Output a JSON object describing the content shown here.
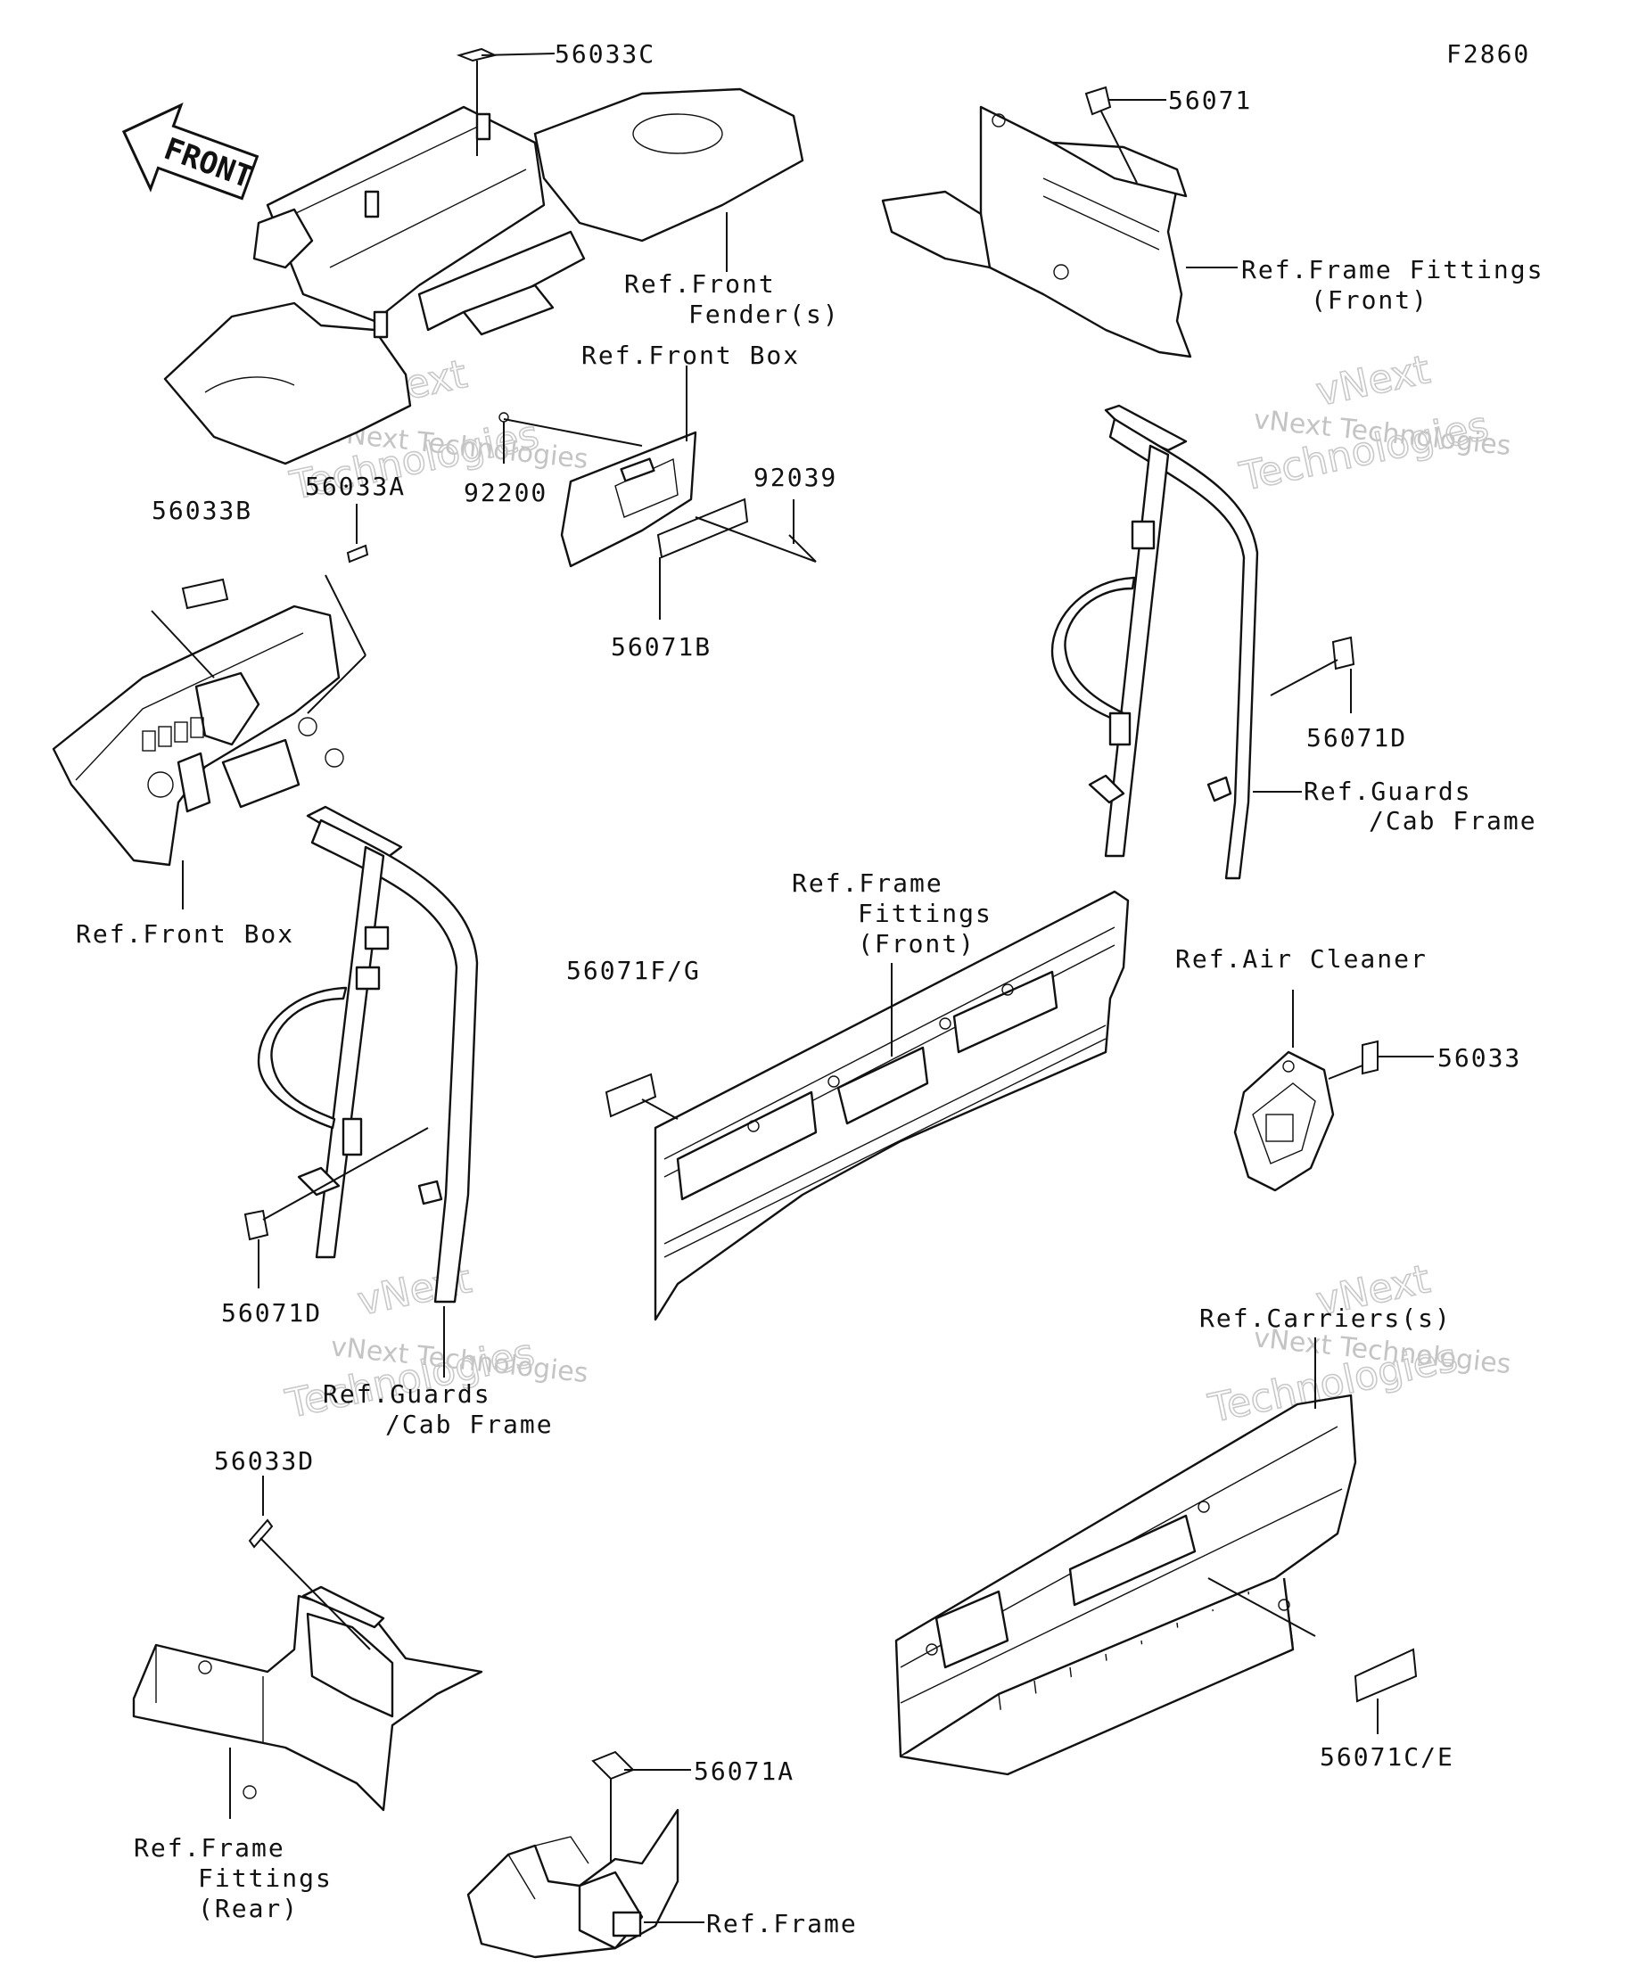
{
  "figure_code": "F2860",
  "front_arrow": "FRONT",
  "labels": {
    "p56033C": "56033C",
    "p56071": "56071",
    "frame_fittings_front_top_1": "Ref.Frame Fittings",
    "frame_fittings_front_top_2": "(Front)",
    "front_fender_1": "Ref.Front",
    "front_fender_2": "Fender(s)",
    "front_box_top": "Ref.Front Box",
    "p92200": "92200",
    "p92039": "92039",
    "p56033A": "56033A",
    "p56033B": "56033B",
    "p56071B": "56071B",
    "p56071D_right": "56071D",
    "guards_cab_right_1": "Ref.Guards",
    "guards_cab_right_2": "/Cab Frame",
    "front_box_left": "Ref.Front Box",
    "frame_fittings_mid_1": "Ref.Frame",
    "frame_fittings_mid_2": "Fittings",
    "frame_fittings_mid_3": "(Front)",
    "air_cleaner": "Ref.Air Cleaner",
    "p56033": "56033",
    "p56071FG": "56071F/G",
    "p56071D_left": "56071D",
    "guards_cab_left_1": "Ref.Guards",
    "guards_cab_left_2": "/Cab Frame",
    "carriers": "Ref.Carriers(s)",
    "p56033D": "56033D",
    "p56071CE": "56071C/E",
    "frame_fittings_rear_1": "Ref.Frame",
    "frame_fittings_rear_2": "Fittings",
    "frame_fittings_rear_3": "(Rear)",
    "p56071A": "56071A",
    "ref_frame": "Ref.Frame"
  },
  "watermark": {
    "line1": "vNext",
    "line2": "vNext Technologies",
    "line3": "Technologies"
  }
}
